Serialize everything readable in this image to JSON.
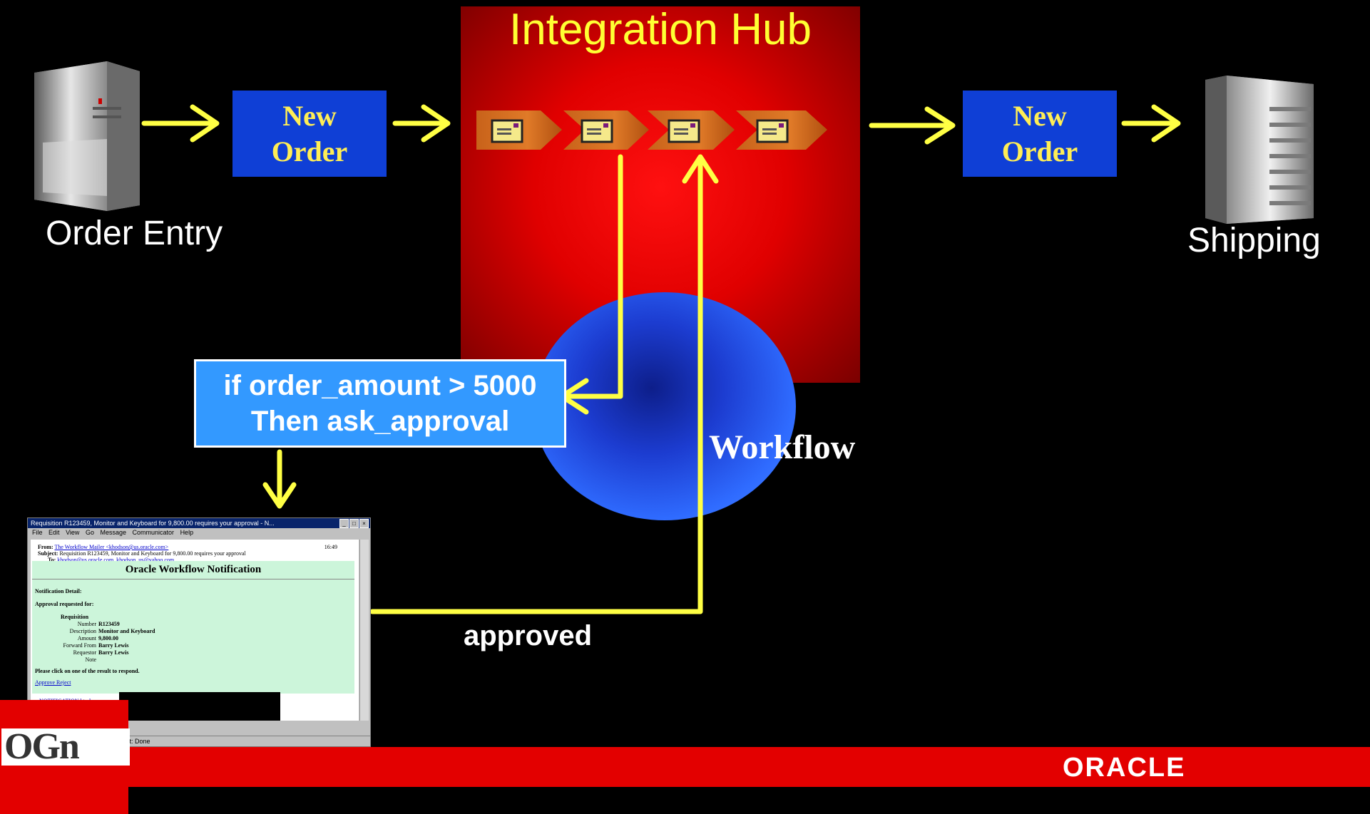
{
  "hub": {
    "title": "Integration Hub"
  },
  "left_system": {
    "label": "Order Entry"
  },
  "right_system": {
    "label": "Shipping"
  },
  "order_boxes": {
    "left": [
      "New",
      "Order"
    ],
    "right": [
      "New",
      "Order"
    ]
  },
  "workflow": {
    "label": "Workflow"
  },
  "condition": {
    "line1": "if order_amount > 5000",
    "line2": "Then ask_approval"
  },
  "approval_flow": {
    "label": "approved"
  },
  "notification_window": {
    "title": "Requisition R123459, Monitor and Keyboard for 9,800.00 requires your approval - N...",
    "menu": [
      "File",
      "Edit",
      "View",
      "Go",
      "Message",
      "Communicator",
      "Help"
    ],
    "from_label": "From:",
    "from_value": "The Workflow Mailer <khodson@us.oracle.com>",
    "subject_label": "Subject:",
    "subject_value": "Requisition R123459, Monitor and Keyboard for 9,800.00 requires your approval",
    "to_label": "To:",
    "to_value": "khodson@us.oracle.com, khodson_us@yahoo.com",
    "time": "16:49",
    "heading": "Oracle Workflow Notification",
    "detail_label": "Notification Detail:",
    "requested_label": "Approval requested for:",
    "req_heading": "Requisition",
    "fields": [
      {
        "k": "Number",
        "v": "R123459"
      },
      {
        "k": "Description",
        "v": "Monitor and Keyboard"
      },
      {
        "k": "Amount",
        "v": "9,800.00"
      },
      {
        "k": "Forward From",
        "v": "Barry Lewis"
      },
      {
        "k": "Requestor",
        "v": "Barry Lewis"
      },
      {
        "k": "Note",
        "v": ""
      }
    ],
    "instruction": "Please click on one of the result to respond.",
    "links": "Approve Reject",
    "attachment": "NOTIFICATION.html",
    "status": "Document: Done"
  },
  "footer": {
    "left_logo": "OGn",
    "right_logo": "ORACLE"
  },
  "colors": {
    "arrow": "#ffff44",
    "hub": "#ff0000",
    "order_box": "#0f3fd6",
    "condition_box": "#3399ff",
    "footer": "#e30000"
  }
}
